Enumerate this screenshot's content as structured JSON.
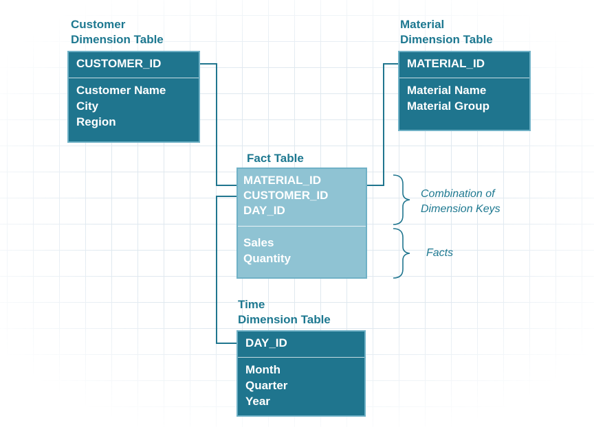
{
  "customer": {
    "title_line1": "Customer",
    "title_line2": "Dimension Table",
    "key": "CUSTOMER_ID",
    "attributes": [
      "Customer Name",
      "City",
      "Region"
    ]
  },
  "material": {
    "title_line1": "Material",
    "title_line2": "Dimension Table",
    "key": "MATERIAL_ID",
    "attributes": [
      "Material Name",
      "Material Group"
    ]
  },
  "fact": {
    "title": "Fact Table",
    "keys": [
      "MATERIAL_ID",
      "CUSTOMER_ID",
      "DAY_ID"
    ],
    "facts": [
      "Sales",
      "Quantity"
    ]
  },
  "time": {
    "title_line1": "Time",
    "title_line2": "Dimension Table",
    "key": "DAY_ID",
    "attributes": [
      "Month",
      "Quarter",
      "Year"
    ]
  },
  "annotations": {
    "keys_label_line1": "Combination of",
    "keys_label_line2": "Dimension Keys",
    "facts_label": "Facts"
  },
  "colors": {
    "dimension_table": "#1f758e",
    "fact_table": "#8fc3d3",
    "caption_text": "#1d7890",
    "connector": "#1f758e"
  }
}
